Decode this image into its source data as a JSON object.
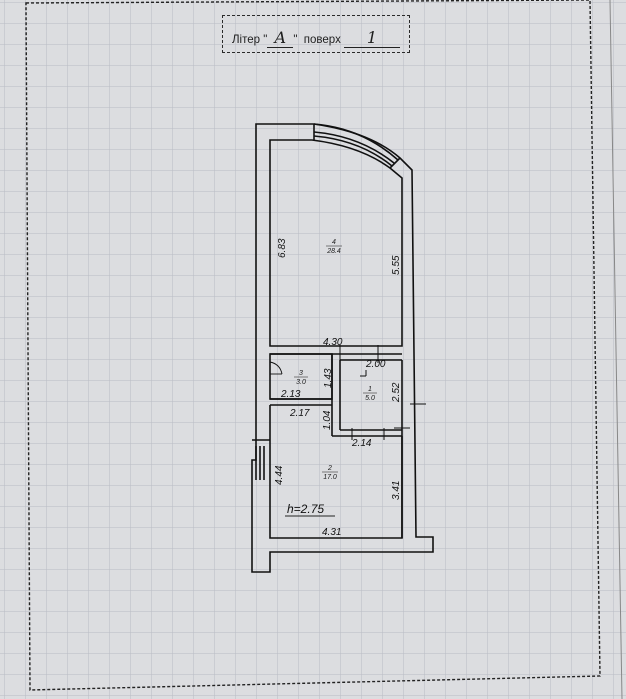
{
  "header": {
    "liter_label": "Літер \"",
    "liter_value": "А",
    "liter_close": "\"",
    "floor_label": "поверх",
    "floor_value": "1"
  },
  "plan": {
    "rooms": [
      {
        "number": "4",
        "area": "28.4"
      },
      {
        "number": "3",
        "area": "3.0"
      },
      {
        "number": "1",
        "area": "5.0"
      },
      {
        "number": "2",
        "area": "17.0"
      }
    ],
    "dimensions": {
      "d683": "6.83",
      "d555": "5.55",
      "d430": "4.30",
      "d200": "2.00",
      "d143": "1.43",
      "d252": "2.52",
      "d213": "2.13",
      "d217": "2.17",
      "d104": "1.04",
      "d214": "2.14",
      "d444": "4.44",
      "d341": "3.41",
      "d431": "4.31"
    },
    "height_label": "h=2.75"
  }
}
